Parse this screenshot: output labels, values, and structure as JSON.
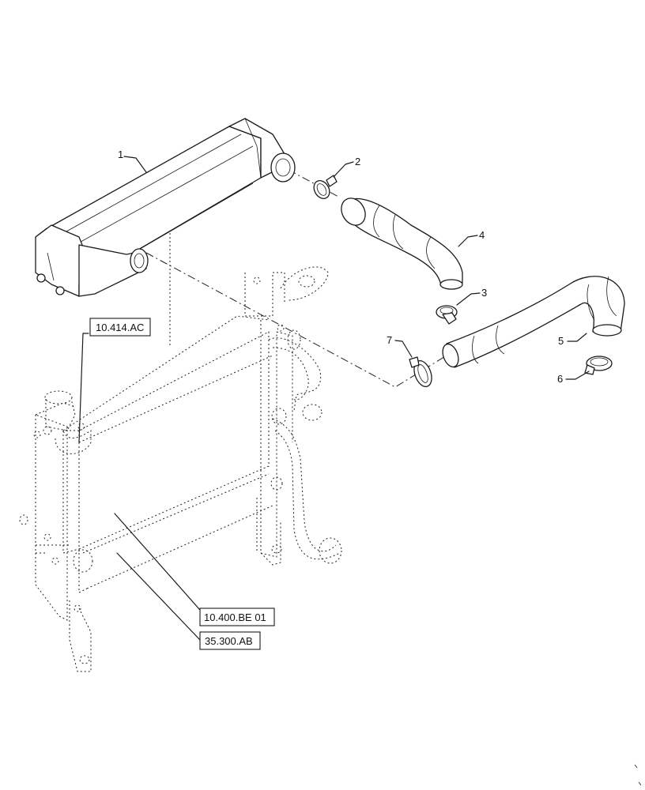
{
  "callouts": {
    "c1": "1",
    "c2": "2",
    "c3": "3",
    "c4": "4",
    "c5": "5",
    "c6": "6",
    "c7": "7"
  },
  "references": {
    "r1": "10.414.AC",
    "r2": "10.400.BE 01",
    "r3": "35.300.AB"
  }
}
